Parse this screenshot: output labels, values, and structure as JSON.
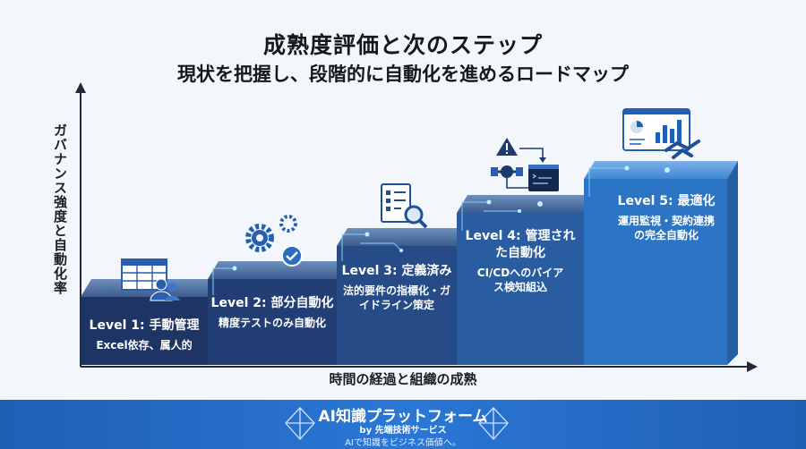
{
  "title": "成熟度評価と次のステップ",
  "subtitle": "現状を把握し、段階的に自動化を進めるロードマップ",
  "y_axis_label": "ガバナンス強度と自動化率",
  "x_axis_label": "時間の経過と組織の成熟",
  "steps": [
    {
      "title": "Level 1: 手動管理",
      "desc": "Excel依存、属人的",
      "icon": "spreadsheet-users-icon",
      "color": "#1e3464"
    },
    {
      "title": "Level 2: 部分自動化",
      "desc": "精度テストのみ自動化",
      "icon": "gears-check-icon",
      "color": "#223e74"
    },
    {
      "title": "Level 3: 定義済み",
      "desc": "法的要件の指標化・ガイドライン策定",
      "icon": "checklist-magnifier-icon",
      "color": "#264b86"
    },
    {
      "title": "Level 4: 管理された自動化",
      "desc": "CI/CDへのバイアス検知組込",
      "icon": "pipeline-alert-icon",
      "color": "#2a5da0"
    },
    {
      "title": "Level 5: 最適化",
      "desc": "運用監視・契約連携の完全自動化",
      "icon": "dashboard-handshake-icon",
      "color": "#2c74c4"
    }
  ],
  "footer": {
    "brand": "AI知識プラットフォーム",
    "by": "by 先端技術サービス",
    "tagline": "AIで知識をビジネス価値へ。"
  }
}
